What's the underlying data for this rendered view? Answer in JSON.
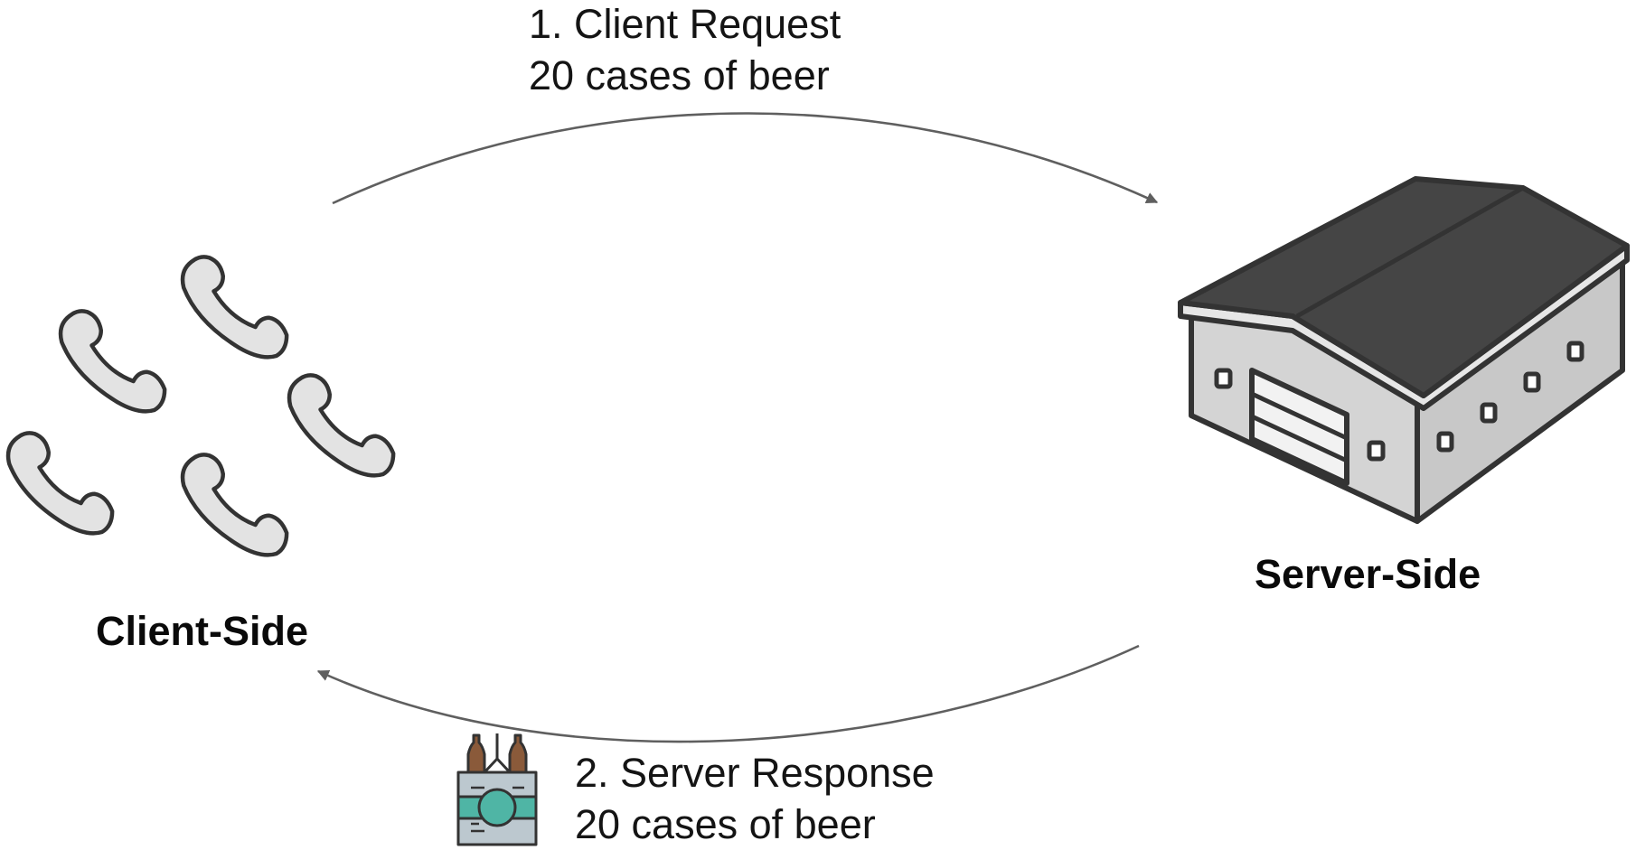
{
  "nodes": {
    "client": {
      "label": "Client-Side",
      "icon": "telephone-handset-icon"
    },
    "server": {
      "label": "Server-Side",
      "icon": "warehouse-icon"
    }
  },
  "edges": {
    "request": {
      "from": "client",
      "to": "server",
      "line1": "1. Client Request",
      "line2": "20 cases of beer"
    },
    "response": {
      "from": "server",
      "to": "client",
      "line1": "2. Server Response",
      "line2": "20 cases of beer",
      "icon": "brewery-factory-icon"
    }
  },
  "colors": {
    "arrow": "#5f5f5f",
    "phone_fill": "#e3e3e3",
    "outline": "#333333",
    "roof": "#454545",
    "wall": "#d4d4d4",
    "factory_teal": "#4fb5a5",
    "factory_body": "#bcc8cf",
    "bottle_brown": "#8a5a3a"
  }
}
